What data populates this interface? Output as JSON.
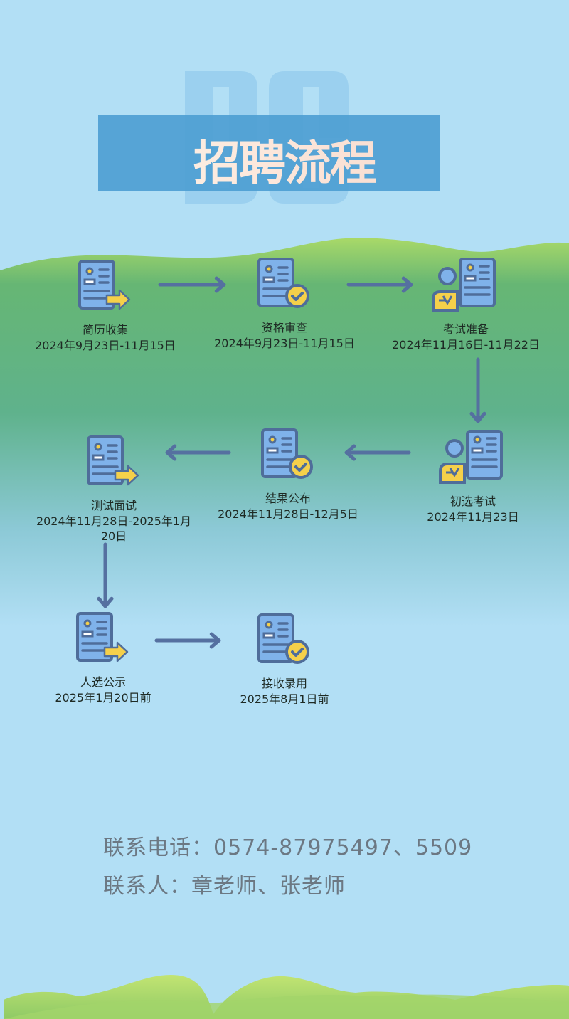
{
  "header": {
    "title": "招聘流程",
    "watermark": "DC"
  },
  "steps": [
    {
      "label": "简历收集",
      "date": "2024年9月23日-11月15日",
      "icon": "document-arrow-icon"
    },
    {
      "label": "资格审查",
      "date": "2024年9月23日-11月15日",
      "icon": "document-check-icon"
    },
    {
      "label": "考试准备",
      "date": "2024年11月16日-11月22日",
      "icon": "person-document-icon"
    },
    {
      "label": "初选考试",
      "date": "2024年11月23日",
      "icon": "person-document-icon"
    },
    {
      "label": "结果公布",
      "date": "2024年11月28日-12月5日",
      "icon": "document-check-icon"
    },
    {
      "label": "测试面试",
      "date": "2024年11月28日-2025年1月20日",
      "icon": "document-arrow-icon"
    },
    {
      "label": "人选公示",
      "date": "2025年1月20日前",
      "icon": "document-arrow-icon"
    },
    {
      "label": "接收录用",
      "date": "2025年8月1日前",
      "icon": "document-check-icon"
    }
  ],
  "contact": {
    "phone": "联系电话：0574-87975497、5509",
    "person": "联系人：章老师、张老师"
  },
  "colors": {
    "background": "#b2dff5",
    "banner": "#4e9ed2",
    "icon_stroke": "#4f6d9a",
    "icon_fill": "#7fb2ea",
    "accent": "#f5d04a",
    "arrow": "#5570a0"
  }
}
